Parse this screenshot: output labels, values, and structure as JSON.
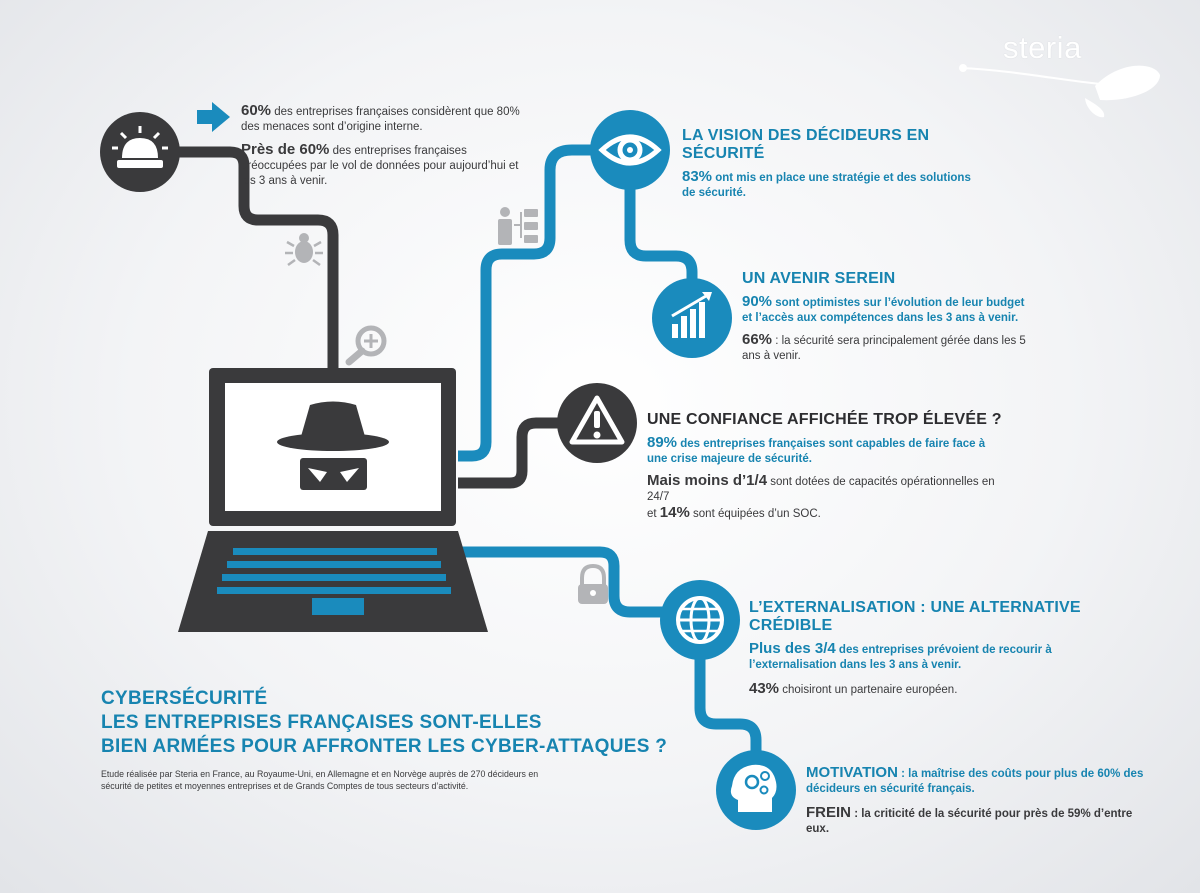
{
  "brand": {
    "logo_text": "steria"
  },
  "header": {
    "line1": "CYBERSÉCURITÉ",
    "line2": "LES ENTREPRISES FRANÇAISES SONT-ELLES",
    "line3": "BIEN ARMÉES POUR AFFRONTER LES CYBER-ATTAQUES ?",
    "note": "Etude réalisée par Steria  en France, au Royaume-Uni, en Allemagne et en Norvège auprès de 270 décideurs en sécurité de petites et moyennes entreprises et de Grands Comptes de tous secteurs d’activité."
  },
  "threats": {
    "s1_value": "60%",
    "s1_text": " des entreprises françaises considèrent que 80% des menaces sont d’origine interne.",
    "s2_value": "Près de 60%",
    "s2_text": " des entreprises françaises préoccupées par le vol de données pour aujourd’hui et les 3 ans à venir."
  },
  "vision": {
    "heading": "LA VISION DES DÉCIDEURS EN SÉCURITÉ",
    "s1_value": "83%",
    "s1_text": " ont mis en place une stratégie et des solutions de sécurité."
  },
  "avenir": {
    "heading": "UN AVENIR SEREIN",
    "s1_value": "90%",
    "s1_text": " sont optimistes sur l’évolution de leur budget et l’accès aux compétences dans les 3 ans à venir.",
    "s2_value": "66%",
    "s2_text": " : la sécurité sera principalement gérée dans les 5 ans à venir."
  },
  "confiance": {
    "heading": "UNE CONFIANCE AFFICHÉE TROP ÉLEVÉE ?",
    "s1_value": "89%",
    "s1_text": " des entreprises françaises sont capables de faire face à une crise majeure de sécurité.",
    "s2_value": "Mais moins d’1/4",
    "s2_text": " sont dotées de capacités opérationnelles en 24/7",
    "s2_join": "et ",
    "s3_value": "14%",
    "s3_text": " sont équipées d’un SOC."
  },
  "externalisation": {
    "heading": "L’EXTERNALISATION : UNE ALTERNATIVE CRÉDIBLE",
    "s1_value": "Plus des 3/4",
    "s1_text": " des entreprises prévoient de recourir à l’externalisation dans les 3 ans à venir.",
    "s2_value": "43%",
    "s2_text": " choisiront un partenaire européen."
  },
  "motivation": {
    "m_label": "MOTIVATION",
    "m_text": " : la maîtrise des coûts pour plus de 60% des décideurs en sécurité français.",
    "f_label": "FREIN",
    "f_text": " : la criticité de la sécurité pour près de 59% d’entre eux."
  },
  "colors": {
    "blue": "#1784b0",
    "dark": "#3a3a3c",
    "gray_icon": "#b3b4b7",
    "accent_bar": "#1a8bbd"
  },
  "icons": [
    "alarm-icon",
    "arrow-right-icon",
    "bug-icon",
    "magnifier-plus-icon",
    "laptop-icon",
    "hacker-icon",
    "org-chart-icon",
    "eye-icon",
    "growth-chart-icon",
    "warning-icon",
    "padlock-icon",
    "globe-icon",
    "head-gears-icon",
    "brand-swoosh-icon"
  ]
}
